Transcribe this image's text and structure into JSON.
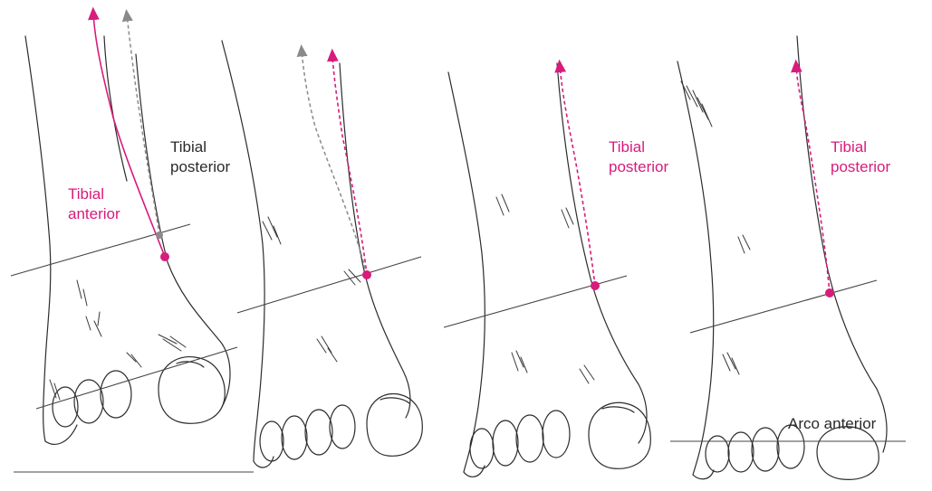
{
  "colors": {
    "magenta": "#d81b7c",
    "gray_tendon": "#8a8a8a",
    "sketch": "#2c2c2c"
  },
  "panels": [
    {
      "labels": [
        {
          "text_lines": [
            "Tibial",
            "posterior"
          ],
          "color": "dark"
        },
        {
          "text_lines": [
            "Tibial",
            "anterior"
          ],
          "color": "magenta"
        }
      ]
    },
    {
      "labels": []
    },
    {
      "labels": [
        {
          "text_lines": [
            "Tibial",
            "posterior"
          ],
          "color": "magenta"
        }
      ]
    },
    {
      "labels": [
        {
          "text_lines": [
            "Tibial",
            "posterior"
          ],
          "color": "magenta"
        },
        {
          "text_lines": [
            "Arco anterior"
          ],
          "color": "dark"
        }
      ]
    }
  ]
}
